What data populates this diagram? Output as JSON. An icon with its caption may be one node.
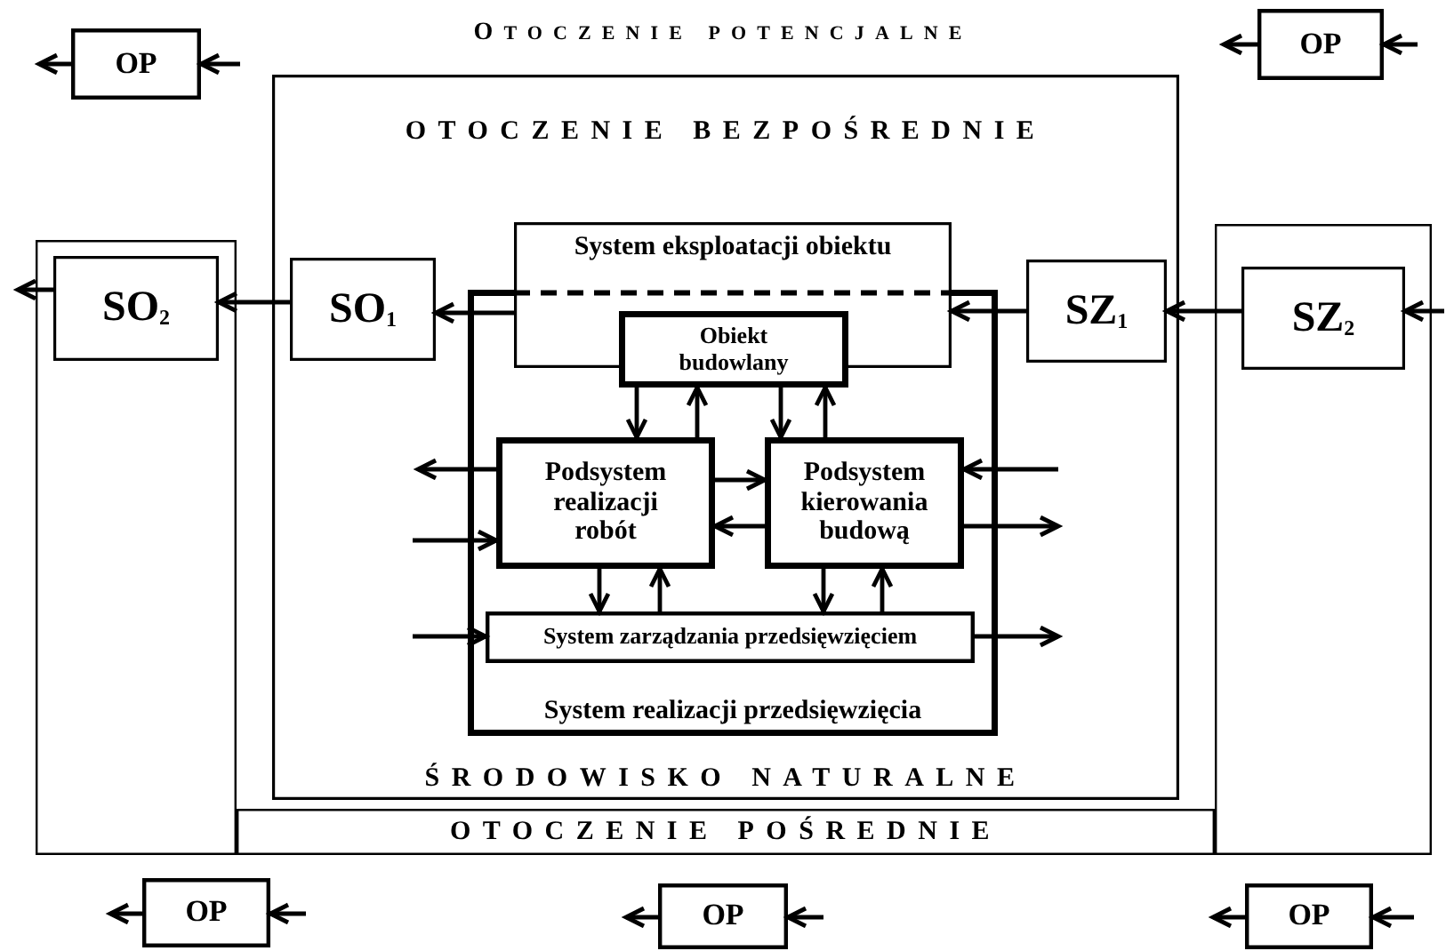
{
  "diagram": {
    "nodes": [
      {
        "text": [
          "OP"
        ]
      },
      {
        "text": [
          "OP"
        ]
      },
      {
        "text": [],
        "shape": "box"
      },
      {
        "text": [
          "SO$_{2}$"
        ],
        "in": 2
      },
      {
        "text": [
          "OTOCZENIE BEZPOŚREDNIE",
          "ŚRODOWISKO NATURALNE"
        ]
      },
      {
        "text": [
          "SO$_{1}$"
        ],
        "in": 4
      },
      {
        "text": [
          "System eksploatacji obiektu"
        ],
        "in": 4
      },
      {
        "text": [
          "System realizacji przedsięwzięcia"
        ],
        "in": 4
      },
      {
        "text": [
          "Obiekt budowlany"
        ],
        "in": 7
      },
      {
        "text": [
          "Podsystem realizacji robót"
        ],
        "in": 7
      },
      {
        "text": [
          "Podsystem kierowania budową"
        ],
        "in": 7
      },
      {
        "text": [
          "System zarządzania przedsięwzięciem"
        ],
        "in": 7
      },
      {
        "text": [
          "SZ$_{1}$"
        ],
        "in": 4
      },
      {
        "text": [],
        "shape": "box"
      },
      {
        "text": [
          "SZ$_{2}$"
        ],
        "in": 13
      },
      {
        "text": [
          "OTOCZENIE POŚREDNIE"
        ]
      },
      {
        "text": [
          "OP"
        ]
      },
      {
        "text": [
          "OP"
        ]
      },
      {
        "text": [
          "OP"
        ]
      }
    ],
    "edges": [
      {
        "from": 0,
        "to": null,
        "arrow": "to"
      },
      {
        "from": null,
        "to": 0,
        "arrow": "to"
      },
      {
        "from": 1,
        "to": null,
        "arrow": "to"
      },
      {
        "from": null,
        "to": 1,
        "arrow": "to"
      },
      {
        "from": 3,
        "to": null,
        "arrow": "to"
      },
      {
        "from": 5,
        "to": 3,
        "arrow": "to"
      },
      {
        "from": 6,
        "to": 5,
        "arrow": "to"
      },
      {
        "from": 12,
        "to": 6,
        "arrow": "to"
      },
      {
        "from": 14,
        "to": 12,
        "arrow": "to"
      },
      {
        "from": null,
        "to": 14,
        "arrow": "to"
      },
      {
        "from": 8,
        "to": 9,
        "arrow": "to"
      },
      {
        "from": 9,
        "to": 8,
        "arrow": "to"
      },
      {
        "from": 8,
        "to": 10,
        "arrow": "to"
      },
      {
        "from": 10,
        "to": 8,
        "arrow": "to"
      },
      {
        "from": 9,
        "to": null,
        "arrow": "to"
      },
      {
        "from": null,
        "to": 9,
        "arrow": "to"
      },
      {
        "from": 9,
        "to": 10,
        "arrow": "to"
      },
      {
        "from": 10,
        "to": 9,
        "arrow": "to"
      },
      {
        "from": null,
        "to": 10,
        "arrow": "to"
      },
      {
        "from": 10,
        "to": null,
        "arrow": "to"
      },
      {
        "from": 9,
        "to": 11,
        "arrow": "to"
      },
      {
        "from": 11,
        "to": 9,
        "arrow": "to"
      },
      {
        "from": 10,
        "to": 11,
        "arrow": "to"
      },
      {
        "from": 11,
        "to": 10,
        "arrow": "to"
      },
      {
        "from": null,
        "to": 11,
        "arrow": "to"
      },
      {
        "from": 11,
        "to": null,
        "arrow": "to"
      },
      {
        "from": 16,
        "to": null,
        "arrow": "to"
      },
      {
        "from": null,
        "to": 16,
        "arrow": "to"
      },
      {
        "from": 17,
        "to": null,
        "arrow": "to"
      },
      {
        "from": null,
        "to": 17,
        "arrow": "to"
      },
      {
        "from": 18,
        "to": null,
        "arrow": "to"
      },
      {
        "from": null,
        "to": 18,
        "arrow": "to"
      }
    ],
    "labels": [
      "OTOCZENIE POTENCJALNE"
    ]
  }
}
